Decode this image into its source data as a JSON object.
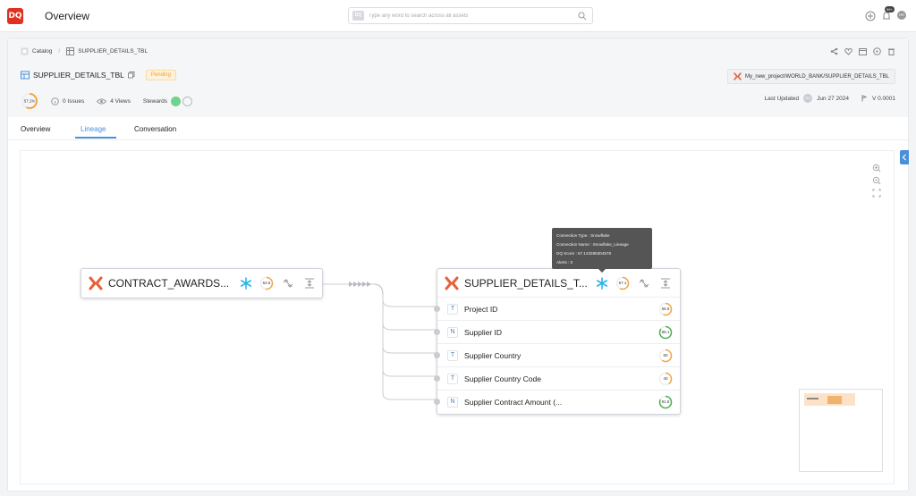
{
  "app": {
    "logo": "DQ",
    "title": "Overview"
  },
  "search": {
    "badge": "DQ",
    "placeholder": "Type any word to search across all assets"
  },
  "topbar": {
    "notifications_badge": "99+",
    "user_initials": "RR"
  },
  "breadcrumb": {
    "items": [
      "Catalog",
      "SUPPLIER_DETAILS_TBL"
    ]
  },
  "asset": {
    "name": "SUPPLIER_DETAILS_TBL",
    "status": "Pending",
    "score": "57.1%",
    "score_fraction": 0.571,
    "issues": "0 Issues",
    "views": "4 Views",
    "stewards_label": "Stewards",
    "project_path": "My_new_project/WORLD_BANK/SUPPLIER_DETAILS_TBL",
    "last_updated_label": "Last Updated",
    "last_updated_initials": "RU",
    "last_updated_date": "Jun 27 2024",
    "version": "V 0.0001"
  },
  "tabs": [
    "Overview",
    "Lineage",
    "Conversation"
  ],
  "active_tab": "Lineage",
  "lineage": {
    "source": {
      "name": "CONTRACT_AWARDS...",
      "score": "52.6",
      "score_fraction": 0.526
    },
    "target": {
      "name": "SUPPLIER_DETAILS_T...",
      "score": "57.1",
      "score_fraction": 0.571,
      "columns": [
        {
          "type": "T",
          "name": "Project ID",
          "score": "55.9",
          "fraction": 0.559,
          "color": "#f0a54a"
        },
        {
          "type": "N",
          "name": "Supplier ID",
          "score": "85.1",
          "fraction": 0.851,
          "color": "#4caf50"
        },
        {
          "type": "T",
          "name": "Supplier Country",
          "score": "60",
          "fraction": 0.6,
          "color": "#f0a54a"
        },
        {
          "type": "T",
          "name": "Supplier Country Code",
          "score": "40",
          "fraction": 0.4,
          "color": "#f0a54a"
        },
        {
          "type": "N",
          "name": "Supplier Contract Amount (...",
          "score": "81.8",
          "fraction": 0.818,
          "color": "#4caf50"
        }
      ]
    },
    "tooltip": {
      "connection_type": "Connection Type : Snowflake",
      "connection_name": "Connection Name : Snowflake_Lineage",
      "dq_score": "DQ Score : 57.143286304578",
      "alerts": "Alerts : 0"
    }
  },
  "colors": {
    "brand": "#e0301e",
    "accent": "#4a90d9",
    "snowflake": "#29b5e8",
    "pending_bg": "#fff2dc",
    "pending_text": "#f0a030"
  }
}
